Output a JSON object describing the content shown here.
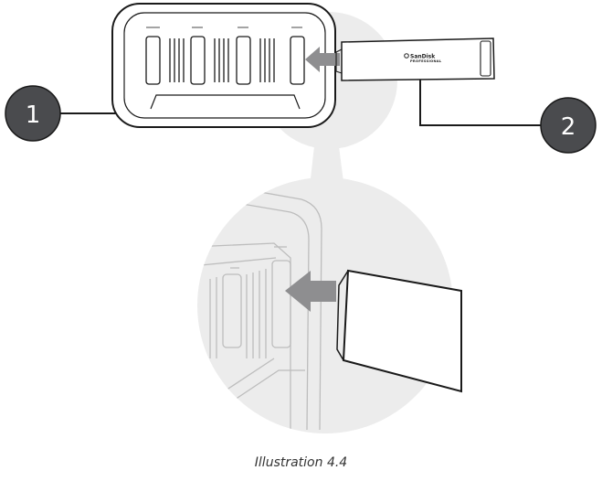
{
  "callouts": {
    "one": "1",
    "two": "2"
  },
  "device": {
    "brand": "SanDisk",
    "brand_subline": "PROFESSIONAL"
  },
  "caption": "Illustration 4.4",
  "colors": {
    "badge_fill": "#4a4b4e",
    "arrow_fill": "#8e8e90",
    "magnifier_fill": "#ececec",
    "outline": "#1a1a1a"
  },
  "icons": {
    "insert_arrow": "arrow-left",
    "brand_logo": "sandisk-swirl"
  }
}
